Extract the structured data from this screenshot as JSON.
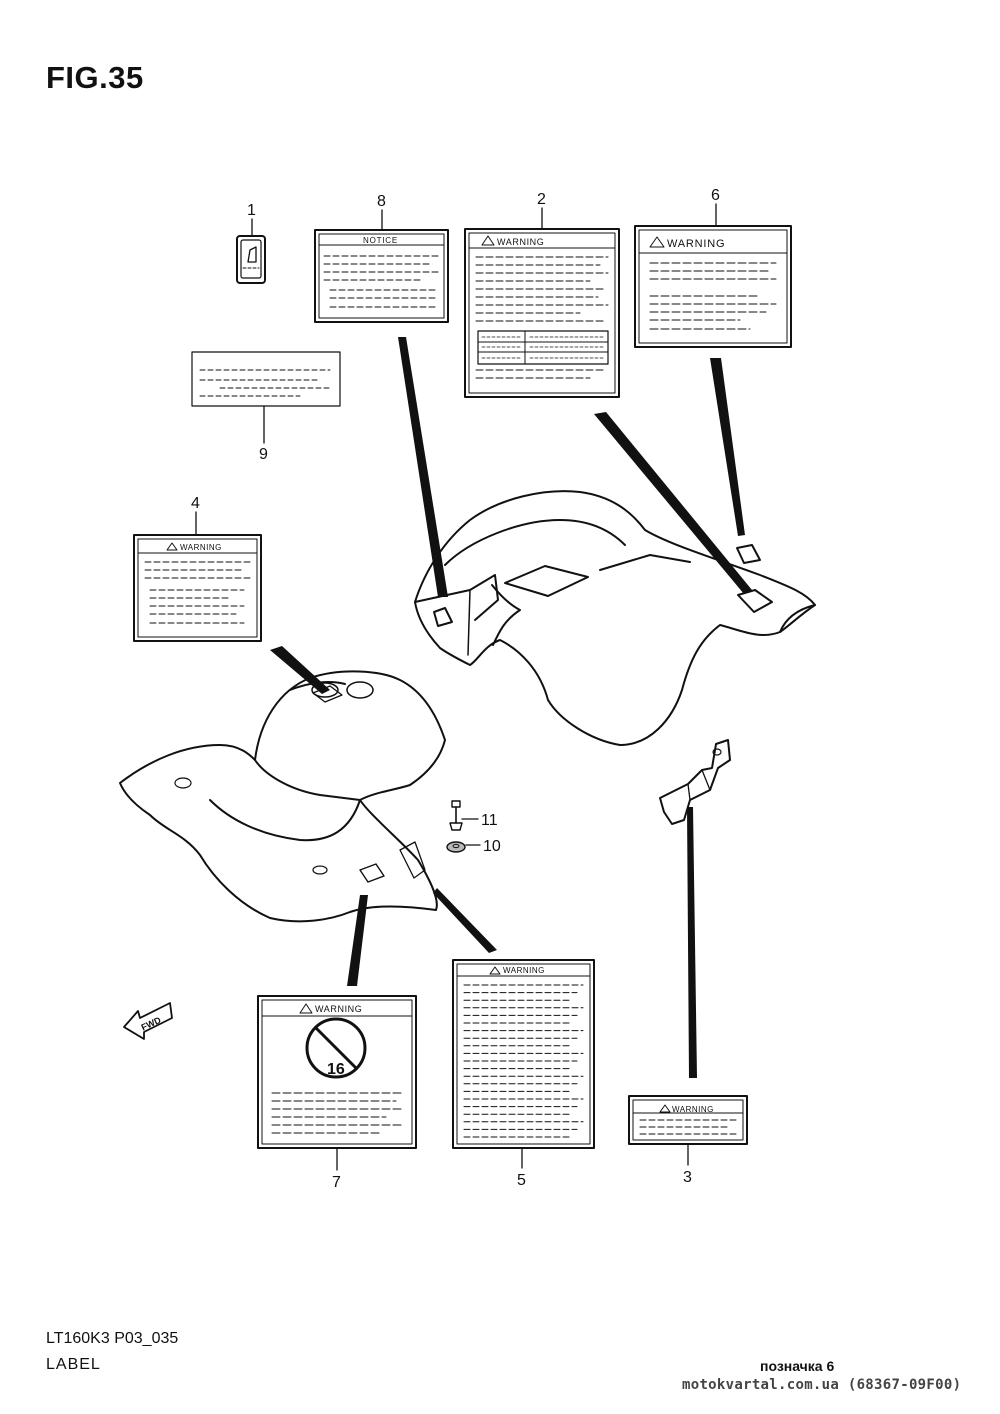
{
  "figure": {
    "title": "FIG.35",
    "model_code": "LT160K3 P03_035",
    "section_name": "LABEL"
  },
  "footer": {
    "note": "позначка 6",
    "watermark": "motokvartal.com.ua (68367-09F00)"
  },
  "callouts": [
    {
      "id": "1",
      "number": "1"
    },
    {
      "id": "2",
      "number": "2"
    },
    {
      "id": "3",
      "number": "3"
    },
    {
      "id": "4",
      "number": "4"
    },
    {
      "id": "5",
      "number": "5"
    },
    {
      "id": "6",
      "number": "6"
    },
    {
      "id": "7",
      "number": "7"
    },
    {
      "id": "8",
      "number": "8"
    },
    {
      "id": "9",
      "number": "9"
    },
    {
      "id": "10",
      "number": "10"
    },
    {
      "id": "11",
      "number": "11"
    }
  ],
  "labels": {
    "notice_header": "NOTICE",
    "warning_header": "WARNING",
    "fwd_arrow": "FWD",
    "age_sign": "16"
  },
  "colors": {
    "line": "#111111",
    "paper": "#ffffff",
    "watermark": "#444444"
  }
}
